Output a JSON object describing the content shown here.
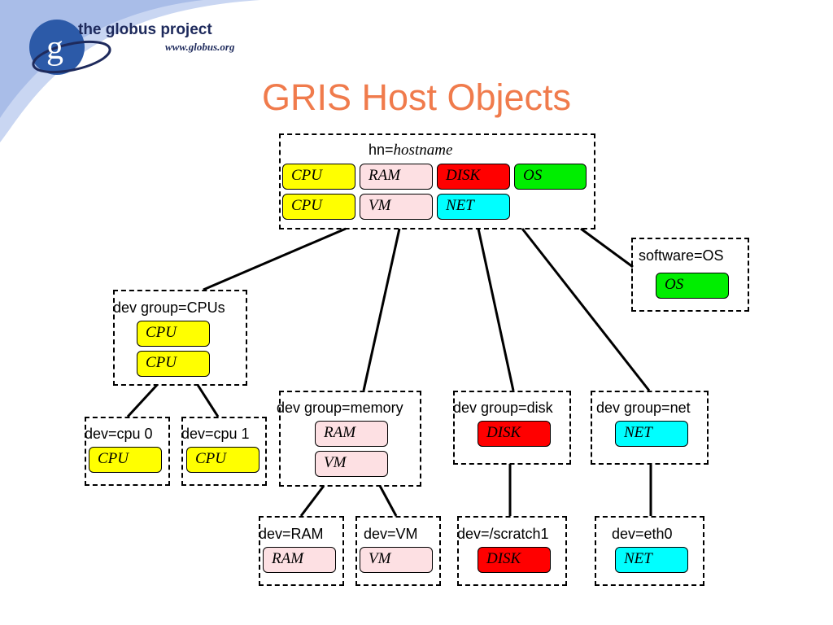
{
  "header": {
    "logo_text": "the globus project",
    "logo_url": "www.globus.org",
    "title": "GRIS Host Objects"
  },
  "colors": {
    "cpu": "#ffff00",
    "ram": "#fde0e3",
    "disk": "#ff0000",
    "os": "#00ee00",
    "net": "#00ffff",
    "title": "#f07b4c"
  },
  "host": {
    "label_prefix": "hn=",
    "label_value": "hostname",
    "chips": [
      "CPU",
      "RAM",
      "DISK",
      "OS",
      "CPU",
      "VM",
      "NET"
    ]
  },
  "software": {
    "label": "software=OS",
    "chip": "OS"
  },
  "dev_cpus": {
    "label": "dev group=CPUs",
    "chips": [
      "CPU",
      "CPU"
    ]
  },
  "cpu0": {
    "label": "dev=cpu 0",
    "chip": "CPU"
  },
  "cpu1": {
    "label": "dev=cpu 1",
    "chip": "CPU"
  },
  "dev_memory": {
    "label": "dev group=memory",
    "chips": [
      "RAM",
      "VM"
    ]
  },
  "dev_disk": {
    "label": "dev group=disk",
    "chip": "DISK"
  },
  "dev_net": {
    "label": "dev group=net",
    "chip": "NET"
  },
  "dev_ram": {
    "label": "dev=RAM",
    "chip": "RAM"
  },
  "dev_vm": {
    "label": "dev=VM",
    "chip": "VM"
  },
  "dev_scratch": {
    "label": "dev=/scratch1",
    "chip": "DISK"
  },
  "dev_eth0": {
    "label": "dev=eth0",
    "chip": "NET"
  }
}
